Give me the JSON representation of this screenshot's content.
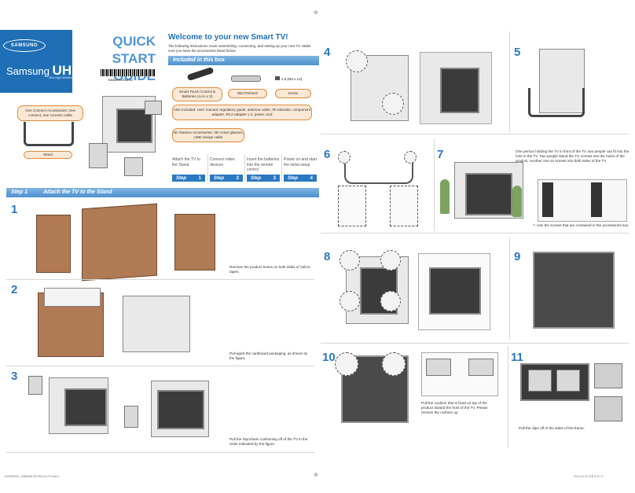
{
  "cover": {
    "brand": "SAMSUNG",
    "title_line1": "QUICK START",
    "title_line2": "GUIDE",
    "product_prefix": "Samsung",
    "product_main": "UHD TV",
    "product_tagline": "Ultra High Definition",
    "part_number": "BN68-05195A-02"
  },
  "welcome": {
    "title": "Welcome to your new Smart TV!",
    "intro": "The following instructions cover assembling, connecting, and setting up your new TV. Make sure you have the accessories listed below."
  },
  "box_bar": "Included in this box",
  "accessories": {
    "remote": "Smart Touch Control & Batteries (AAA x 2)",
    "delphinus": "DELPHINUS",
    "screw_count": "x 8 (M4 x L4)",
    "screw": "Screw",
    "also_included": "Also included: User manual, regulatory guide, antenna cable, IR extender, component adapter, RCA adapter x 2, power cord",
    "glasses": "3D Glasses Accessories: 3D Active glasses, USB charge cable",
    "one_connect": "One Connect Accessories: One connect, one connect cable",
    "stand": "Stand"
  },
  "steps": [
    {
      "desc": "Attach the TV to the Stand",
      "label": "Step",
      "num": "1"
    },
    {
      "desc": "Connect video devices",
      "label": "Step",
      "num": "2"
    },
    {
      "desc": "Insert the batteries into the remote control",
      "label": "Step",
      "num": "3"
    },
    {
      "desc": "Power on and start the initial setup",
      "label": "Step",
      "num": "4"
    }
  ],
  "step1_bar": {
    "label": "Step 1",
    "title": "Attach the TV to the Stand"
  },
  "instructions": {
    "s1": "Remove the product boxes on both sides of Velcro tapes.",
    "s2": "Pull apart the cardboard packaging, as shown by the figure.",
    "s3": "Pull the Styrofoam cushioning off of the TV in the order indicated by the figure.",
    "s7": "One person holding the TV in front of the TV, two people can fit into the hole in the TV. Two people stand the TV, screws into the holes of the product. Another one on screws into both sides of the TV.",
    "s7_note": "Use the screws that are contained in the accessories box.",
    "s10": "Pull the cushion that is fixed on top of the product toward the front of the TV. Please remove the cushion up.",
    "s11": "Pull the clips off of the sides of the frame."
  },
  "numbers": [
    "1",
    "2",
    "3",
    "4",
    "5",
    "6",
    "7",
    "8",
    "9",
    "10",
    "11"
  ],
  "footer": {
    "left": "[UN85S9AF_ZA]BN68-05195A-02L03.indd 2",
    "right": "2014-04-10  오후 5:31:17"
  }
}
